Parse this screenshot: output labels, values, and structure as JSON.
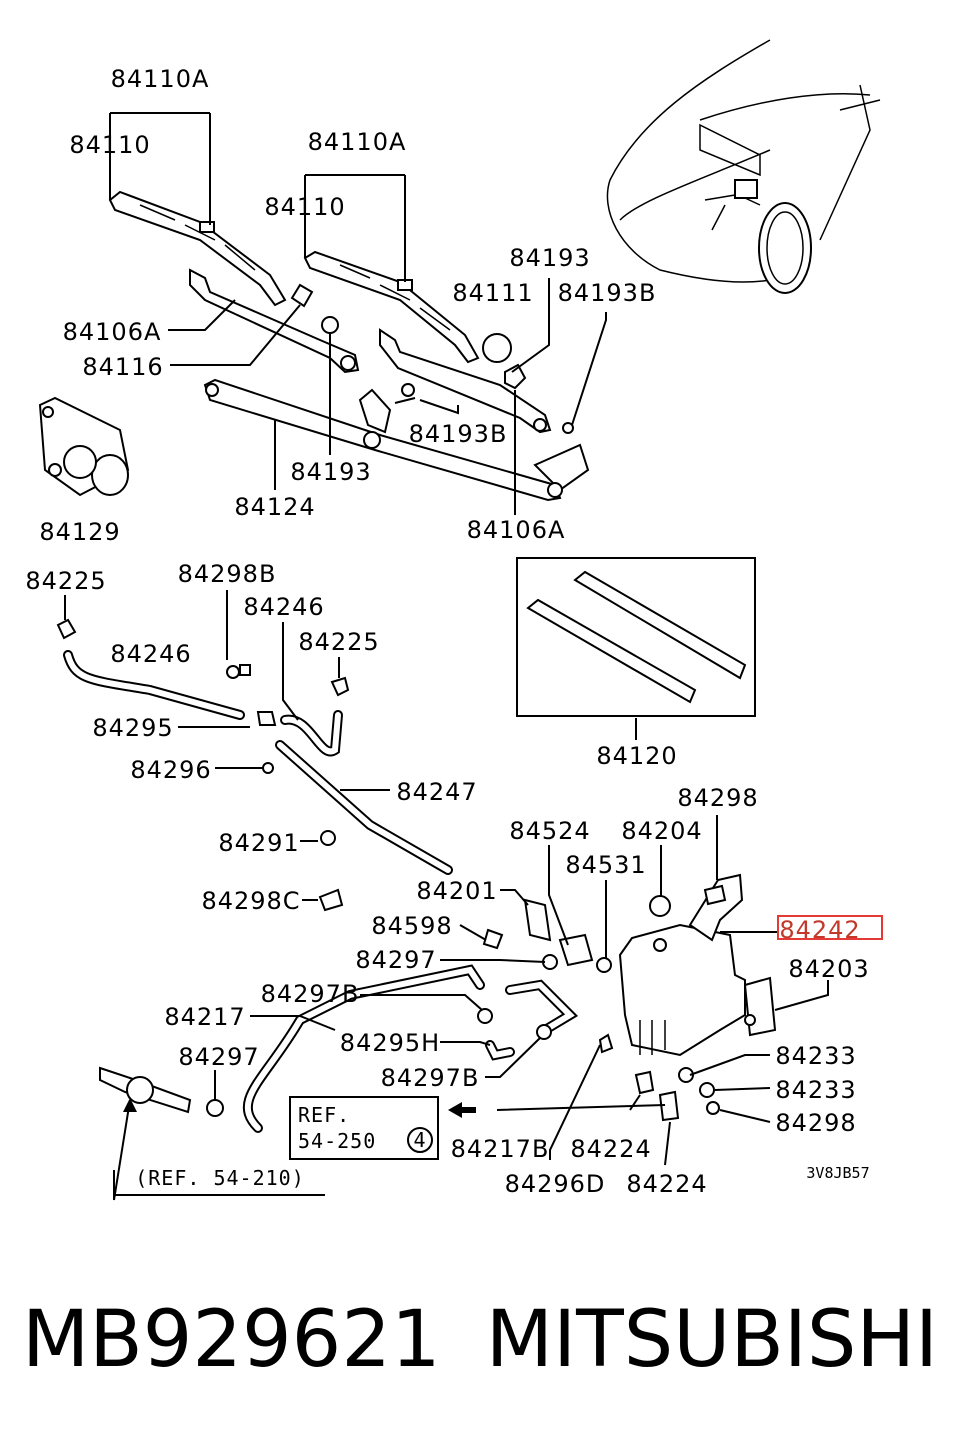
{
  "labels": {
    "p84110A_1": "84110A",
    "p84110_1": "84110",
    "p84110A_2": "84110A",
    "p84110_2": "84110",
    "p84193_1": "84193",
    "p84111": "84111",
    "p84193B_1": "84193B",
    "p84106A_1": "84106A",
    "p84116": "84116",
    "p84193B_2": "84193B",
    "p84193_2": "84193",
    "p84124": "84124",
    "p84129": "84129",
    "p84106A_2": "84106A",
    "p84225_1": "84225",
    "p84298B": "84298B",
    "p84246_1": "84246",
    "p84225_2": "84225",
    "p84246_2": "84246",
    "p84295": "84295",
    "p84296": "84296",
    "p84247": "84247",
    "p84120": "84120",
    "p84298_1": "84298",
    "p84524": "84524",
    "p84204": "84204",
    "p84291": "84291",
    "p84531": "84531",
    "p84201": "84201",
    "p84298C": "84298C",
    "p84598": "84598",
    "p84242": "84242",
    "p84297_1": "84297",
    "p84203": "84203",
    "p84297B_1": "84297B",
    "p84217": "84217",
    "p84295H": "84295H",
    "p84233_1": "84233",
    "p84297_2": "84297",
    "p84297B_2": "84297B",
    "p84233_2": "84233",
    "p84298_2": "84298",
    "ref_line1": "REF.",
    "ref_line2": "54-250",
    "ref_circle": "4",
    "p84217B": "84217B",
    "p84224_1": "84224",
    "p84296D": "84296D",
    "p84224_2": "84224",
    "ref_54_210": "(REF. 54-210)",
    "drawing_code": "3V8JB57"
  },
  "footer": {
    "part_number": "MB929621",
    "brand": "MITSUBISHI"
  },
  "highlight_color": "#e53935"
}
